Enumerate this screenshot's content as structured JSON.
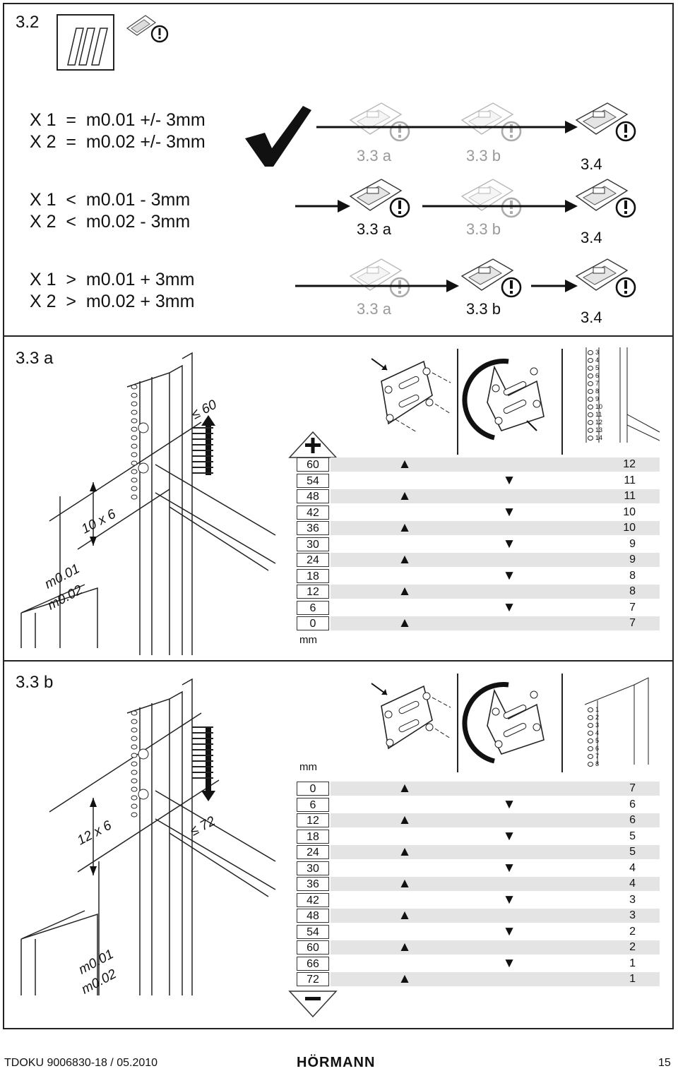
{
  "header": {
    "section": "3.2"
  },
  "conditions": [
    {
      "x1": "X 1  =  m0.01 +/- 3mm",
      "x2": "X 2  =  m0.02 +/- 3mm",
      "step_a": "3.3 a",
      "step_b": "3.3 b",
      "step_c": "3.4"
    },
    {
      "x1": "X 1  <  m0.01 - 3mm",
      "x2": "X 2  <  m0.02 - 3mm",
      "step_a": "3.3 a",
      "step_b": "3.3 b",
      "step_c": "3.4"
    },
    {
      "x1": "X 1  >  m0.01 + 3mm",
      "x2": "X 2  >  m0.02 + 3mm",
      "step_a": "3.3 a",
      "step_b": "3.3 b",
      "step_c": "3.4"
    }
  ],
  "section_a": {
    "title": "3.3 a",
    "dim_holes": "10 x 6",
    "dim_max": "≤ 60",
    "m1": "m0.01",
    "m2": "m0.02",
    "unit": "mm",
    "hole_numbers": [
      "3",
      "4",
      "5",
      "6",
      "7",
      "8",
      "9",
      "10",
      "11",
      "12",
      "13",
      "14"
    ],
    "rows": [
      {
        "mm": "60",
        "dir": "up",
        "hole": "12"
      },
      {
        "mm": "54",
        "dir": "down",
        "hole": "11"
      },
      {
        "mm": "48",
        "dir": "up",
        "hole": "11"
      },
      {
        "mm": "42",
        "dir": "down",
        "hole": "10"
      },
      {
        "mm": "36",
        "dir": "up",
        "hole": "10"
      },
      {
        "mm": "30",
        "dir": "down",
        "hole": "9"
      },
      {
        "mm": "24",
        "dir": "up",
        "hole": "9"
      },
      {
        "mm": "18",
        "dir": "down",
        "hole": "8"
      },
      {
        "mm": "12",
        "dir": "up",
        "hole": "8"
      },
      {
        "mm": "6",
        "dir": "down",
        "hole": "7"
      },
      {
        "mm": "0",
        "dir": "up",
        "hole": "7"
      }
    ]
  },
  "section_b": {
    "title": "3.3 b",
    "dim_holes": "12 x 6",
    "dim_max": "≤ 72",
    "m1": "m0.01",
    "m2": "m0.02",
    "unit": "mm",
    "hole_numbers": [
      "1",
      "2",
      "3",
      "4",
      "5",
      "6",
      "7",
      "8"
    ],
    "rows": [
      {
        "mm": "0",
        "dir": "up",
        "hole": "7"
      },
      {
        "mm": "6",
        "dir": "down",
        "hole": "6"
      },
      {
        "mm": "12",
        "dir": "up",
        "hole": "6"
      },
      {
        "mm": "18",
        "dir": "down",
        "hole": "5"
      },
      {
        "mm": "24",
        "dir": "up",
        "hole": "5"
      },
      {
        "mm": "30",
        "dir": "down",
        "hole": "4"
      },
      {
        "mm": "36",
        "dir": "up",
        "hole": "4"
      },
      {
        "mm": "42",
        "dir": "down",
        "hole": "3"
      },
      {
        "mm": "48",
        "dir": "up",
        "hole": "3"
      },
      {
        "mm": "54",
        "dir": "down",
        "hole": "2"
      },
      {
        "mm": "60",
        "dir": "up",
        "hole": "2"
      },
      {
        "mm": "66",
        "dir": "down",
        "hole": "1"
      },
      {
        "mm": "72",
        "dir": "up",
        "hole": "1"
      }
    ]
  },
  "footer": {
    "doc_ref": "TDOKU 9006830-18 / 05.2010",
    "brand": "HÖRMANN",
    "page": "15"
  },
  "icons": {
    "up": "▲",
    "down": "▼",
    "check": "check-mark-icon",
    "warning": "exclamation-icon"
  }
}
